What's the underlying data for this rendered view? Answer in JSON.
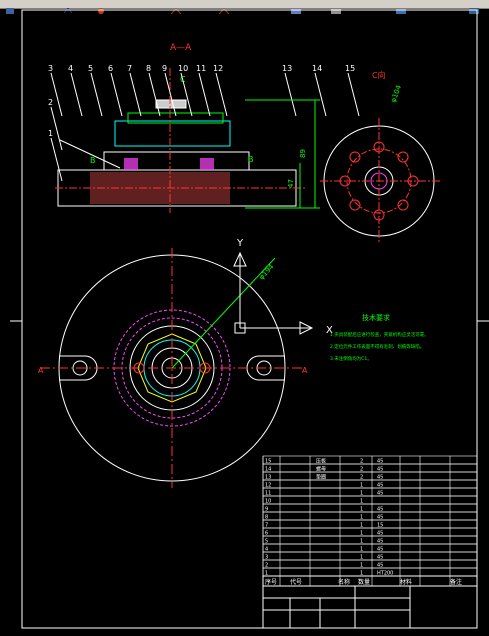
{
  "toolbar": {
    "icons": [
      "save-icon",
      "undo-icon",
      "redo-icon",
      "pan-icon",
      "zoom-icon",
      "zoom-window-icon",
      "text-style-icon",
      "layer-icon",
      "properties-icon",
      "close-icon"
    ]
  },
  "drawing": {
    "section_label": "A—A",
    "view_c": "C",
    "view_c_label": "C向",
    "section_b": "B",
    "section_a": "A",
    "axis_y": "Y",
    "axis_x": "X",
    "callouts": [
      "1",
      "2",
      "3",
      "4",
      "5",
      "6",
      "7",
      "8",
      "9",
      "10",
      "11",
      "12",
      "13",
      "14",
      "15"
    ],
    "dim_phi104": "φ104",
    "dim_phi194": "φ194",
    "dim_89": "89",
    "dim_47": "47",
    "tech_title": "技术要求",
    "tech_lines": [
      "1.夹具装配后应进行检查，夹紧机构应灵活可靠。",
      "2.定位元件工作表面不得有毛刺、划痕等缺陷。",
      "3.未注倒角均为C1。"
    ]
  },
  "bom": {
    "rows": [
      {
        "no": "15",
        "code": "",
        "name": "压板",
        "qty": "2",
        "mat": "45"
      },
      {
        "no": "14",
        "code": "",
        "name": "螺母",
        "qty": "2",
        "mat": "45"
      },
      {
        "no": "13",
        "code": "",
        "name": "垫圈",
        "qty": "2",
        "mat": "45"
      },
      {
        "no": "12",
        "code": "",
        "name": "",
        "qty": "1",
        "mat": "45"
      },
      {
        "no": "11",
        "code": "",
        "name": "",
        "qty": "1",
        "mat": "45"
      },
      {
        "no": "10",
        "code": "",
        "name": "",
        "qty": "1",
        "mat": ""
      },
      {
        "no": "9",
        "code": "",
        "name": "",
        "qty": "1",
        "mat": "45"
      },
      {
        "no": "8",
        "code": "",
        "name": "",
        "qty": "1",
        "mat": "45"
      },
      {
        "no": "7",
        "code": "",
        "name": "",
        "qty": "1",
        "mat": "15"
      },
      {
        "no": "6",
        "code": "",
        "name": "",
        "qty": "1",
        "mat": "45"
      },
      {
        "no": "5",
        "code": "",
        "name": "",
        "qty": "1",
        "mat": "45"
      },
      {
        "no": "4",
        "code": "",
        "name": "",
        "qty": "1",
        "mat": "45"
      },
      {
        "no": "3",
        "code": "",
        "name": "",
        "qty": "1",
        "mat": "45"
      },
      {
        "no": "2",
        "code": "",
        "name": "",
        "qty": "1",
        "mat": "45"
      },
      {
        "no": "1",
        "code": "",
        "name": "",
        "qty": "1",
        "mat": "HT200"
      }
    ],
    "header": {
      "no": "序号",
      "code": "代号",
      "name": "名称",
      "qty": "数量",
      "mat": "材料",
      "note": "备注"
    }
  }
}
